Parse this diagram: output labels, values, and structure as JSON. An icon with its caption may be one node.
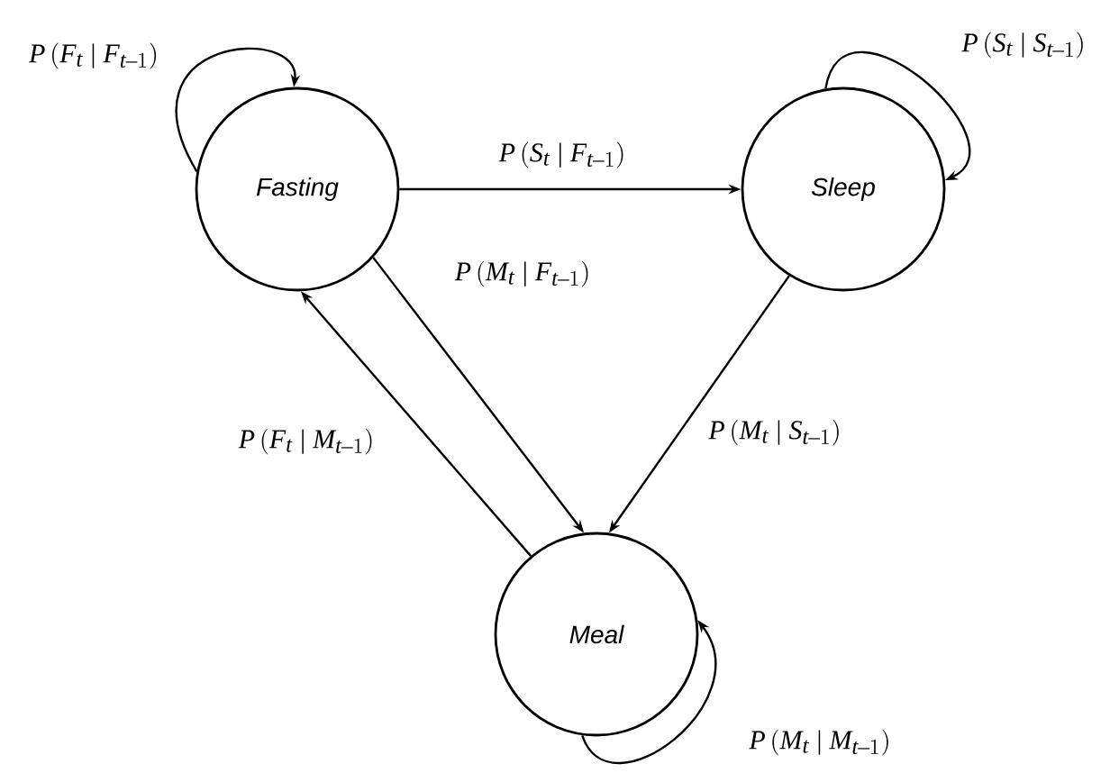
{
  "diagram": {
    "nodes": [
      {
        "text": [
          "Fasting"
        ]
      },
      {
        "text": [
          "Sleep"
        ]
      },
      {
        "text": [
          "Meal"
        ]
      }
    ],
    "edges": [
      {
        "from": 0,
        "to": 0,
        "arrow": "to",
        "label": "P\\left(F_t \\mid F_{t-1}\\right)"
      },
      {
        "from": 0,
        "to": 1,
        "arrow": "to",
        "label": "P\\left(S_t \\mid F_{t-1}\\right)"
      },
      {
        "from": 0,
        "to": 2,
        "arrow": "to",
        "label": "P\\left(M_t \\mid F_{t-1}\\right)"
      },
      {
        "from": 2,
        "to": 0,
        "arrow": "to",
        "label": "P\\left(F_t \\mid M_{t-1}\\right)"
      },
      {
        "from": 1,
        "to": 2,
        "arrow": "to",
        "label": "P\\left(M_t \\mid S_{t-1}\\right)"
      },
      {
        "from": 1,
        "to": 1,
        "arrow": "to",
        "label": "P\\left(S_t \\mid S_{t-1}\\right)"
      },
      {
        "from": 2,
        "to": 2,
        "arrow": "to",
        "label": "P\\left(M_t \\mid M_{t-1}\\right)"
      }
    ]
  }
}
